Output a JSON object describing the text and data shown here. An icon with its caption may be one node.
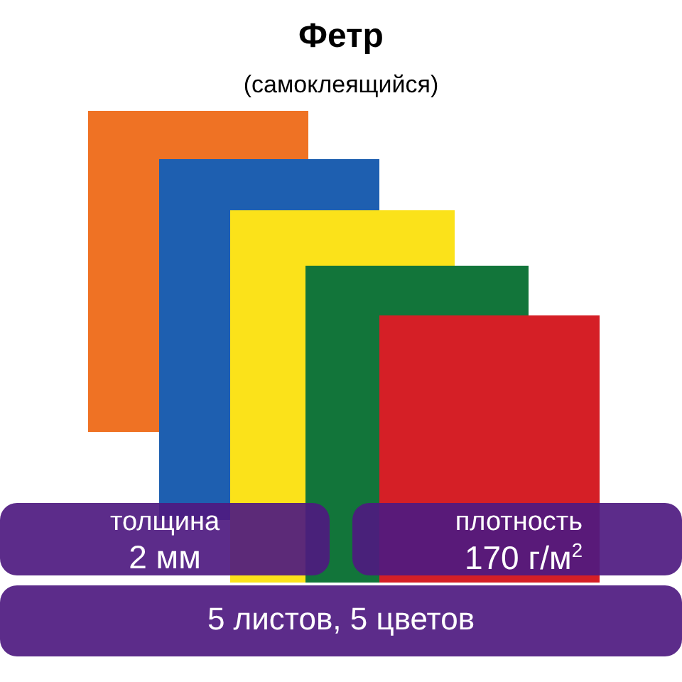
{
  "diagram": {
    "title": "Фетр",
    "nodes": [
      {
        "text": [
          "толщина",
          "2 мм"
        ]
      },
      {
        "text": [
          "плотность",
          "170 г/м$^{2}$"
        ]
      },
      {
        "text": [
          "5 листов, 5 цветов"
        ]
      }
    ],
    "labels": [
      "(самоклеящийся)"
    ]
  }
}
